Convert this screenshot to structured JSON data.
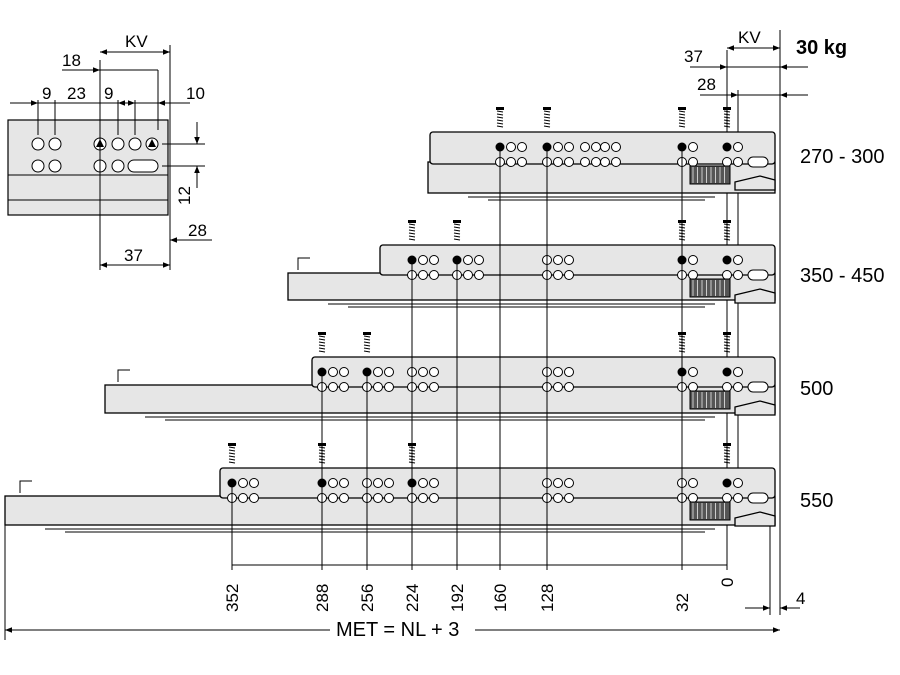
{
  "load": "30 kg",
  "lengths": [
    "270 - 300",
    "350 - 450",
    "500",
    "550"
  ],
  "top_dims": {
    "kv_left": "KV",
    "kv_right": "KV",
    "d18": "18",
    "d9a": "9",
    "d23": "23",
    "d9b": "9",
    "d10": "10",
    "d12": "12",
    "d28a": "28",
    "d37a": "37",
    "d37b": "37",
    "d28b": "28",
    "d4": "4"
  },
  "bottom_dims": [
    "352",
    "288",
    "256",
    "224",
    "192",
    "160",
    "128",
    "32",
    "0"
  ],
  "met_formula": "MET = NL + 3"
}
